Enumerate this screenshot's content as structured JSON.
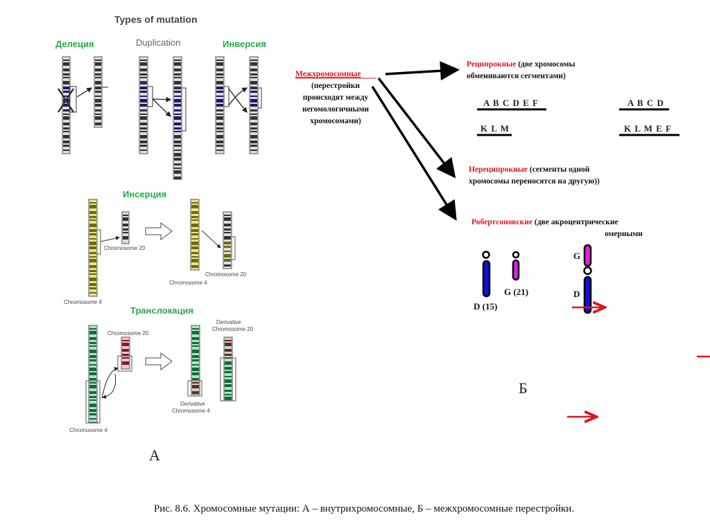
{
  "colors": {
    "green_label": "#2aa84a",
    "red_term": "#e0141e",
    "d_chromosome": "#1010e0",
    "g_chromosome": "#e020e0"
  },
  "panel_a": {
    "title": "Types of mutation",
    "deletion_label": "Делеция",
    "duplication_label": "Duplication",
    "inversion_label": "Инверсия",
    "insertion_label": "Инсерция",
    "insertion": {
      "chr20_label": "Chromosome 20",
      "chr4_label": "Chromosome 4",
      "result_chr20_label": "Chromosome 20",
      "result_chr4_label": "Chromosome 4"
    },
    "translocation_label": "Транслокация",
    "translocation": {
      "chr20_label": "Chromosome 20",
      "chr4_label": "Chromosome 4",
      "der20_line1": "Derivative",
      "der20_line2": "Chromosome 20",
      "der4_line1": "Derivative",
      "der4_line2": "Chromosome 4"
    },
    "letter": "А"
  },
  "panel_b": {
    "main_term": "Межхромосомные",
    "main_desc": [
      "(перестройки",
      "происходят между",
      "негомологичными",
      "хромосомами)"
    ],
    "reciprocal": {
      "term": "Реципрокные",
      "desc1": " (две хромосомы",
      "desc2": "обмениваются сегментами)"
    },
    "segments": {
      "before_top": "A B C D E F",
      "before_bottom": "K L M",
      "after_top": "A B C D",
      "after_bottom": "K L M E F"
    },
    "nonreciprocal": {
      "term": "Нереципрокные",
      "desc1": " (сегменты одной",
      "desc2": "хромосомы переносятся на другую))"
    },
    "robertsonian": {
      "term": "Робертсоновские",
      "desc1": " (две акроцентрические",
      "desc2": "омерными"
    },
    "chromosome_d_label": "D (15)",
    "chromosome_g_label": "G (21)",
    "fused_g_label": "G",
    "fused_d_label": "D",
    "letter": "Б"
  },
  "caption": "Рис. 8.6. Хромосомные мутации: А – внутрихромосомные, Б – межхромосомные перестройки."
}
